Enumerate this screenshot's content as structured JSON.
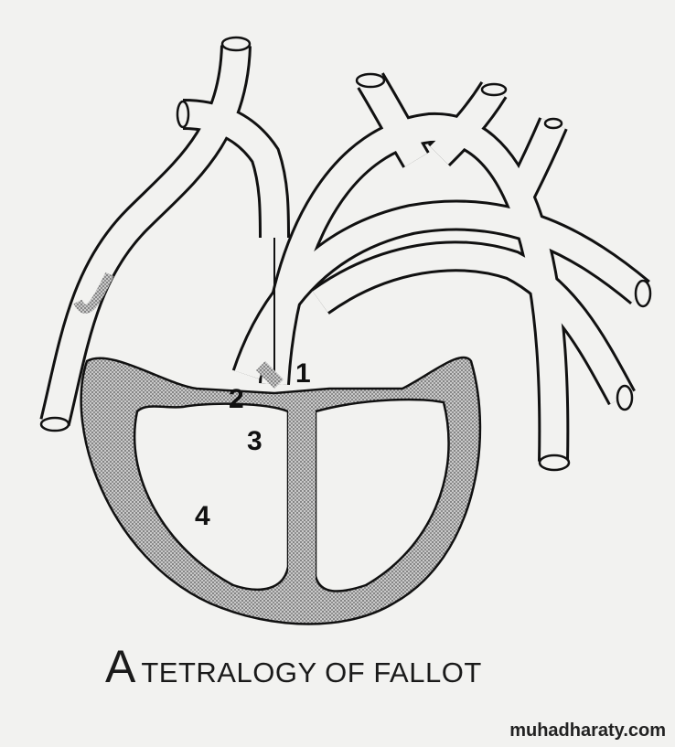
{
  "figure": {
    "letter": "A",
    "title": "TETRALOGY OF FALLOT",
    "labels": [
      "1",
      "2",
      "3",
      "4"
    ]
  },
  "watermark": "muhadharaty.com"
}
